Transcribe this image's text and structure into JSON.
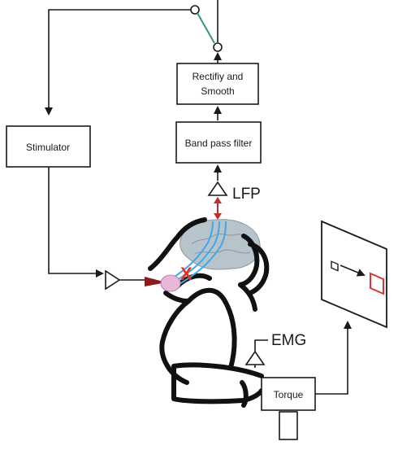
{
  "blocks": {
    "rectify": [
      "Rectifiy and",
      "Smooth"
    ],
    "bandpass": "Band pass filter",
    "stimulator": "Stimulator",
    "torque": "Torque"
  },
  "labels": {
    "lfp": "LFP",
    "emg": "EMG",
    "lesion_mark": "X"
  },
  "colors": {
    "wire": "#1a1a1a",
    "switch": "#2f9a6a",
    "record_arrow": "#c0302a",
    "stim_electrode": "#8b1a1a",
    "lesion": "#e8302a",
    "fibers": "#3fa9e6",
    "brain": "#b8c4cc",
    "target_box": "#e03030"
  }
}
